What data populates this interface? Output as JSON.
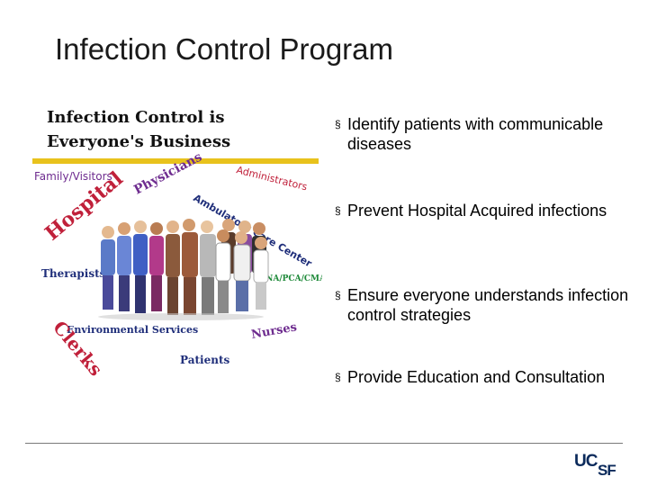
{
  "slide": {
    "title": "Infection Control Program"
  },
  "graphic": {
    "heading_line1": "Infection Control is",
    "heading_line2": "Everyone's Business",
    "labels": {
      "family_visitors": "Family/Visitors",
      "physicians": "Physicians",
      "administrators": "Administrators",
      "hospital": "Hospital",
      "ambulatory_care_center": "Ambulatory Care Center",
      "therapists": "Therapists",
      "cna": "CNA/PCA/CMA",
      "environmental_services": "Environmental Services",
      "nurses": "Nurses",
      "clerks": "Clerks",
      "patients": "Patients"
    }
  },
  "bullets": [
    {
      "marker": "§",
      "text": "Identify patients with communicable diseases"
    },
    {
      "marker": "§",
      "text": "Prevent Hospital Acquired infections"
    },
    {
      "marker": "§",
      "text": "Ensure everyone understands infection control strategies"
    },
    {
      "marker": "§",
      "text": "Provide Education and Consultation"
    }
  ],
  "logo": {
    "text": "UCSF"
  },
  "colors": {
    "accent_gold": "#e8c21c",
    "label_purple": "#6e2c8f",
    "label_red": "#c0203a",
    "label_navy": "#1f2e7a",
    "label_green": "#1f8a3a"
  }
}
